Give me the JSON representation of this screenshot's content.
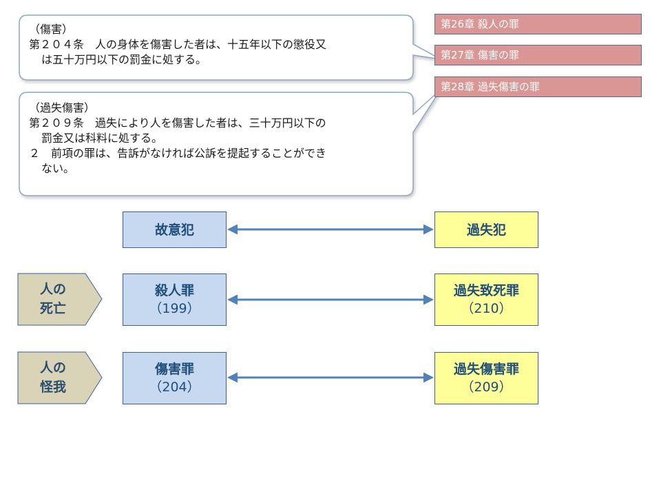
{
  "bubbles": [
    {
      "heading": "（傷害）",
      "lines": [
        {
          "text": "第２０４条　人の身体を傷害した者は、十五年以下の懲役又",
          "indent": false
        },
        {
          "text": "は五十万円以下の罰金に処する。",
          "indent": true
        }
      ]
    },
    {
      "heading": "（過失傷害）",
      "lines": [
        {
          "text": "第２０９条　過失により人を傷害した者は、三十万円以下の",
          "indent": false
        },
        {
          "text": "罰金又は科料に処する。",
          "indent": true
        },
        {
          "text": "２　前項の罪は、告訴がなければ公訴を提起することができ",
          "indent": false
        },
        {
          "text": "ない。",
          "indent": true
        }
      ]
    }
  ],
  "chapters": [
    "第26章  殺人の罪",
    "第27章  傷害の罪",
    "第28章  過失傷害の罪"
  ],
  "header_row": {
    "left": "故意犯",
    "right": "過失犯"
  },
  "rows": [
    {
      "label_line1": "人の",
      "label_line2": "死亡",
      "left_title": "殺人罪",
      "left_article": "（199）",
      "right_title": "過失致死罪",
      "right_article": "（210）"
    },
    {
      "label_line1": "人の",
      "label_line2": "怪我",
      "left_title": "傷害罪",
      "left_article": "（204）",
      "right_title": "過失傷害罪",
      "right_article": "（209）"
    }
  ],
  "colors": {
    "bubble_border": "#8ea6c8",
    "chapter_fill": "#d99694",
    "intent_fill": "#c6d9f1",
    "negligence_fill": "#ffff99",
    "chevron_fill": "#d9d3b8",
    "arrow": "#4f81bd"
  }
}
